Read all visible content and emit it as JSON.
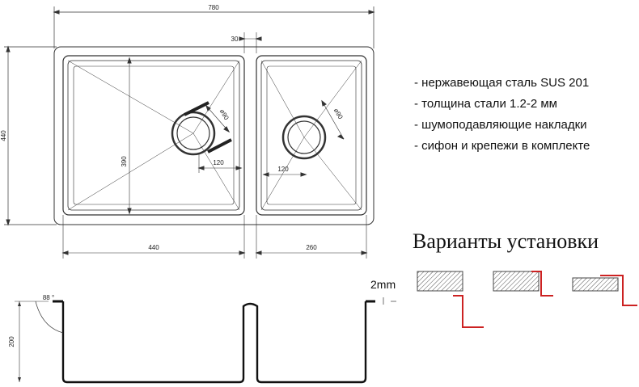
{
  "dimensions": {
    "overall_width": "780",
    "overall_height": "440",
    "divider": "30",
    "bowl_depth_top": "390",
    "left_bowl_width": "440",
    "right_bowl_width": "260",
    "left_drain_offset": "120",
    "right_drain_offset": "120",
    "left_drain_dia": "⌀90",
    "right_drain_dia": "⌀90",
    "angle": "88 °",
    "side_height": "200",
    "thickness": "2mm"
  },
  "features": [
    "- нержавеющая сталь SUS 201",
    "- толщина стали 1.2-2 мм",
    "- шумоподавляющие накладки",
    "- сифон и крепежи в комплекте"
  ],
  "install_options": {
    "title": "Варианты установки",
    "accent_color": "#cc2222"
  }
}
